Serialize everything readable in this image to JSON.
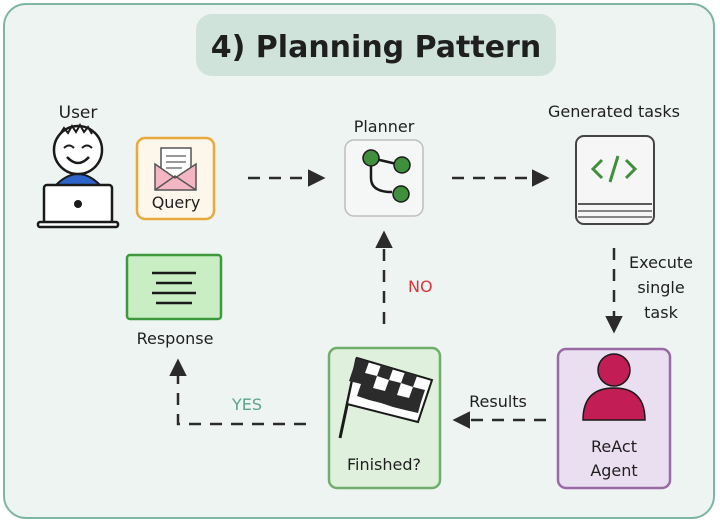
{
  "title": "4) Planning Pattern",
  "nodes": {
    "user": {
      "label": "User"
    },
    "query": {
      "label": "Query"
    },
    "planner": {
      "label": "Planner"
    },
    "generated_tasks": {
      "label": "Generated tasks"
    },
    "react_agent": {
      "label_line1": "ReAct",
      "label_line2": "Agent"
    },
    "finished": {
      "label": "Finished?"
    },
    "response": {
      "label": "Response"
    }
  },
  "edges": {
    "execute": {
      "line1": "Execute",
      "line2": "single",
      "line3": "task"
    },
    "results": {
      "label": "Results"
    },
    "no": {
      "label": "NO"
    },
    "yes": {
      "label": "YES"
    }
  },
  "colors": {
    "canvas_bg": "#eef4f1",
    "canvas_border": "#7fb6a2",
    "title_bg": "#cfe3da",
    "query_border": "#e8a93a",
    "agent_fill": "#eadff0",
    "agent_border": "#9a6aa6",
    "agent_icon": "#c21d55",
    "finished_fill": "#dff1dc",
    "finished_border": "#6fae6b",
    "response_fill": "#c9eec4",
    "response_border": "#3c9a3c",
    "planner_node": "#3f8f3c",
    "code_green": "#3f8f3c",
    "user_shirt": "#2e64c9",
    "no_color": "#d9353c",
    "yes_color": "#5aa38a",
    "arrow": "#2b2b2b"
  },
  "icons": {
    "user": "user-at-laptop-icon",
    "query": "envelope-letter-icon",
    "planner": "branching-nodes-icon",
    "tasks": "code-book-icon",
    "agent": "person-icon",
    "finished": "checkered-flag-icon",
    "response": "text-lines-icon"
  }
}
